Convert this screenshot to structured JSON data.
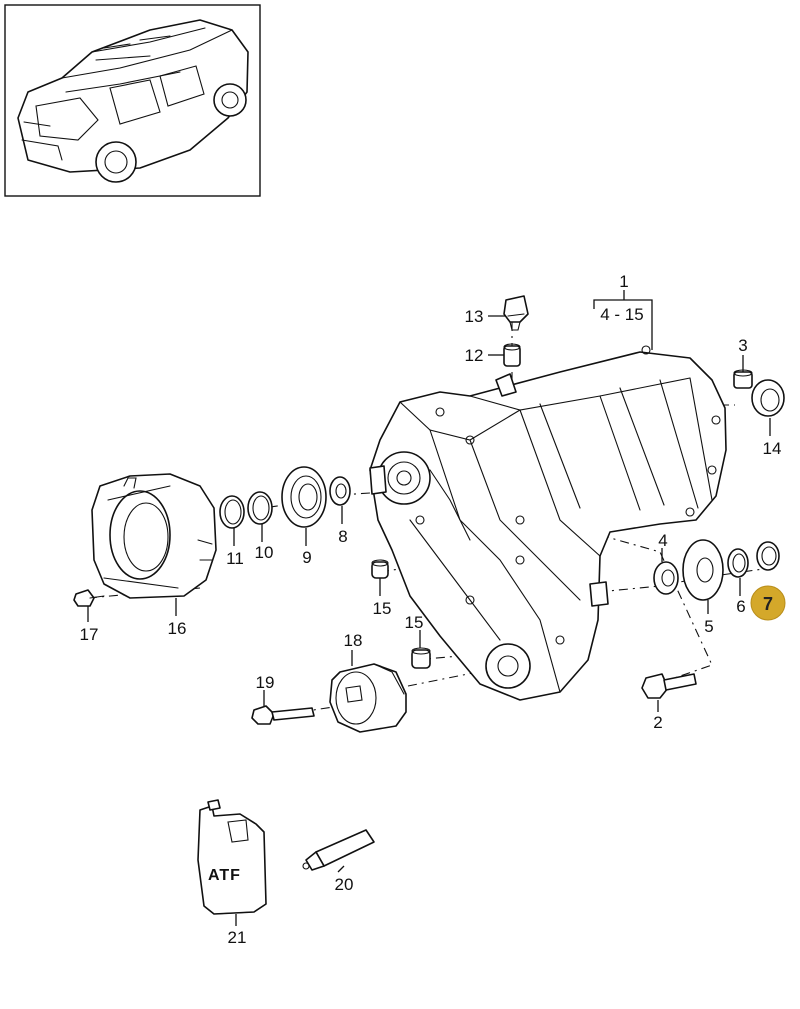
{
  "callouts": {
    "c1": "1",
    "c_range": "4 - 15",
    "c2": "2",
    "c3": "3",
    "c4": "4",
    "c5": "5",
    "c6": "6",
    "c7": "7",
    "c8": "8",
    "c9": "9",
    "c10": "10",
    "c11": "11",
    "c12": "12",
    "c13": "13",
    "c14": "14",
    "c15a": "15",
    "c15b": "15",
    "c16": "16",
    "c17": "17",
    "c18": "18",
    "c19": "19",
    "c20": "20",
    "c21": "21"
  },
  "atf_text": "ATF",
  "highlight_color": "#D4A82A",
  "highlighted_callout": "7"
}
